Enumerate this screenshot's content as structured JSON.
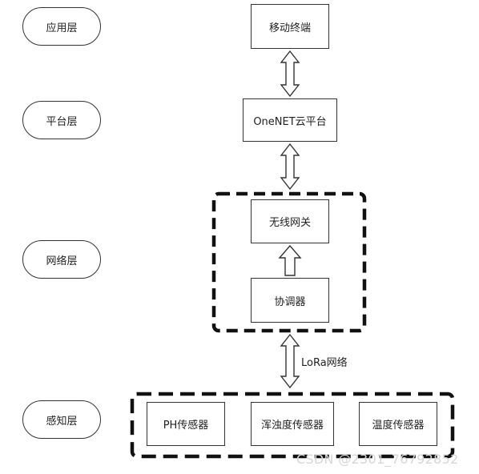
{
  "layers": {
    "application": "应用层",
    "platform": "平台层",
    "network": "网络层",
    "perception": "感知层"
  },
  "nodes": {
    "mobile_terminal": "移动终端",
    "onenet_platform": "OneNET云平台",
    "wireless_gateway": "无线网关",
    "coordinator": "协调器",
    "ph_sensor": "PH传感器",
    "turbidity_sensor": "浑浊度传感器",
    "temperature_sensor": "温度传感器"
  },
  "edges": {
    "lora_label": "LoRa网络"
  },
  "watermark": "CSDN @2301_76792852"
}
